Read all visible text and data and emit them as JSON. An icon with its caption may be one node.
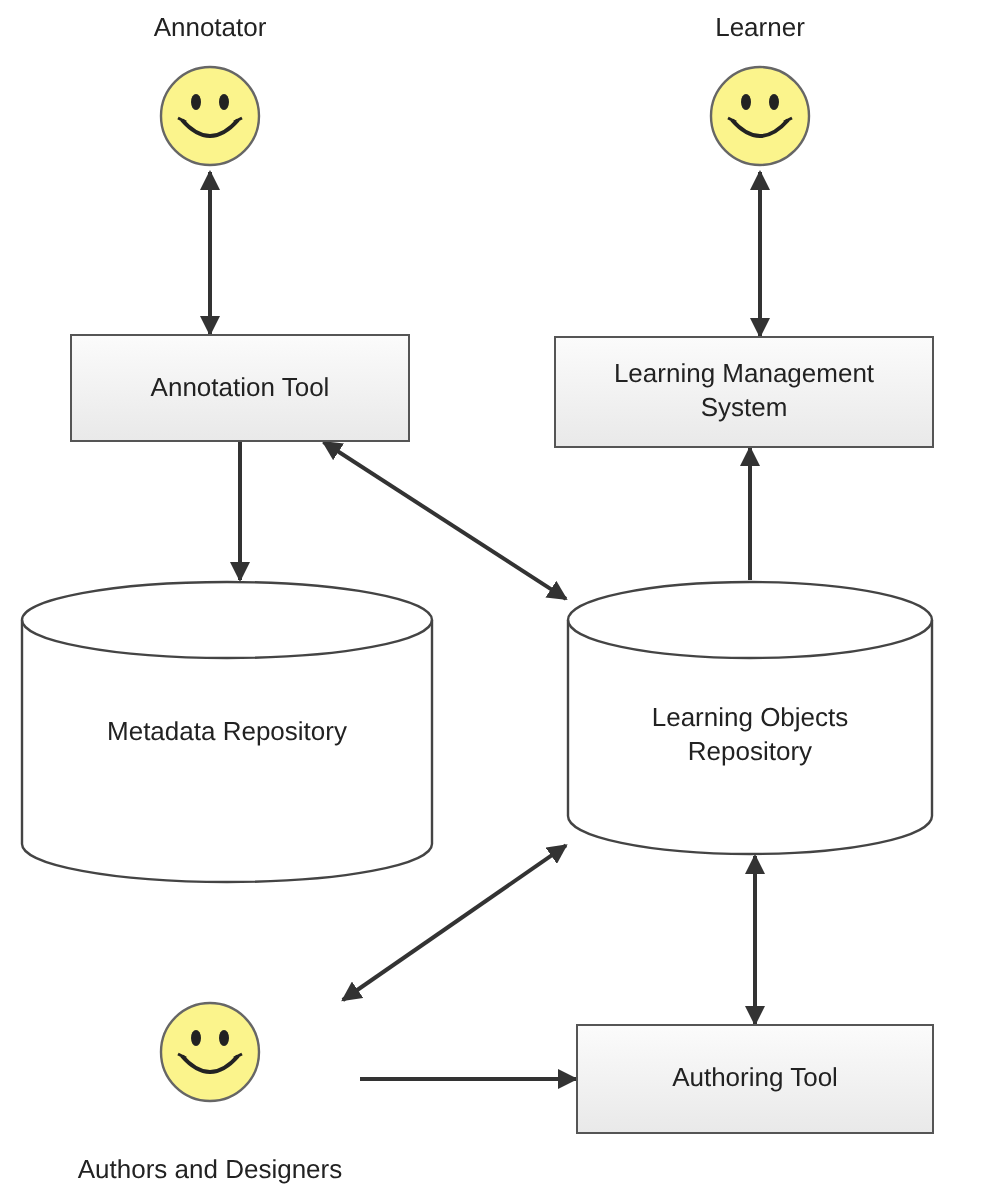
{
  "diagram": {
    "nodes": [
      {
        "text": [
          "Annotator"
        ]
      },
      {
        "text": [
          "Learner"
        ]
      },
      {
        "text": [
          "Annotation Tool"
        ]
      },
      {
        "text": [
          "Learning Management System"
        ]
      },
      {
        "text": [
          "Metadata Repository"
        ]
      },
      {
        "text": [
          "Learning Objects Repository"
        ]
      },
      {
        "text": [
          "Authors and Designers"
        ]
      },
      {
        "text": [
          "Authoring Tool"
        ]
      }
    ],
    "edges": [
      {
        "from": 0,
        "to": 2,
        "arrow": "both"
      },
      {
        "from": 1,
        "to": 3,
        "arrow": "both"
      },
      {
        "from": 2,
        "to": 4,
        "arrow": "to"
      },
      {
        "from": 2,
        "to": 5,
        "arrow": "both"
      },
      {
        "from": 5,
        "to": 3,
        "arrow": "to"
      },
      {
        "from": 5,
        "to": 6,
        "arrow": "both"
      },
      {
        "from": 6,
        "to": 7,
        "arrow": "to"
      },
      {
        "from": 7,
        "to": 5,
        "arrow": "both"
      }
    ]
  }
}
